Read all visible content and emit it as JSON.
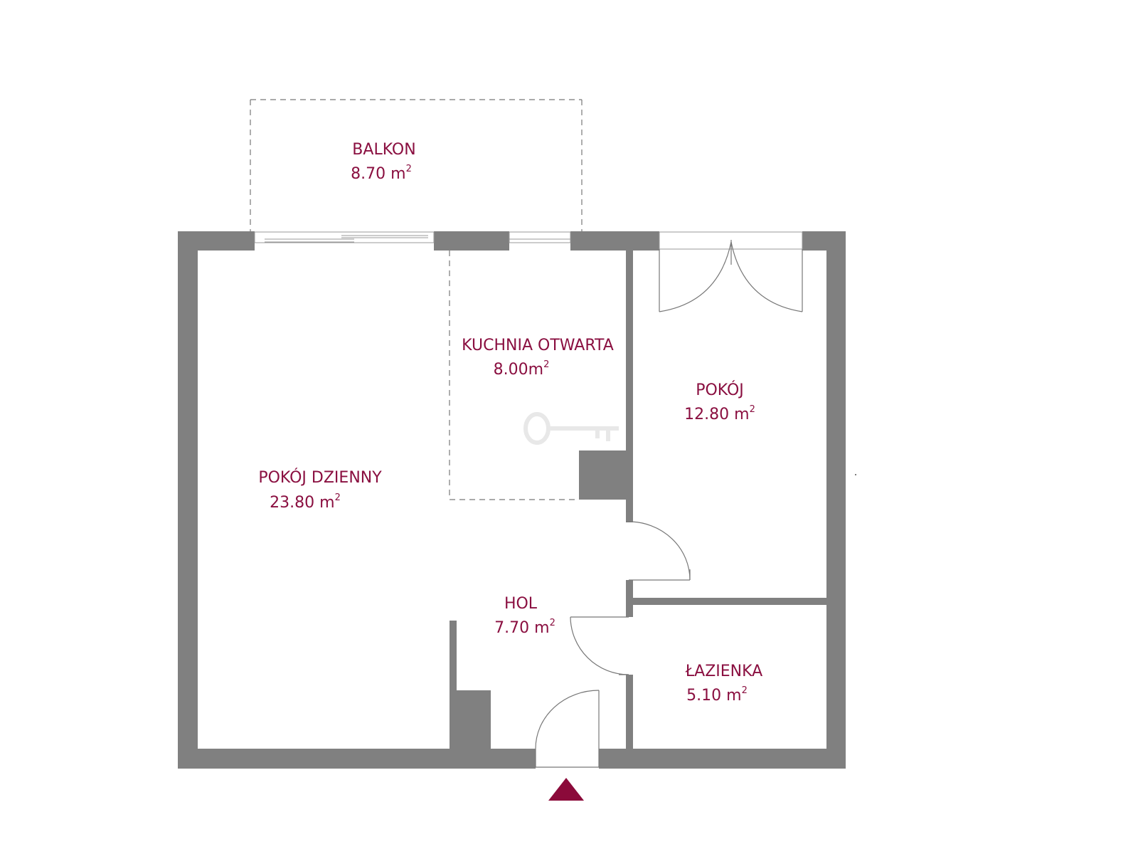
{
  "colors": {
    "wall": "#808080",
    "label": "#8a0f40",
    "entrance_marker": "#8b0a3a",
    "dashed_line": "#777777"
  },
  "rooms": {
    "balcony": {
      "name": "BALKON",
      "area": "8.70 m",
      "unit_sup": "2"
    },
    "kitchen": {
      "name": "KUCHNIA OTWARTA",
      "area": "8.00m",
      "unit_sup": "2"
    },
    "room": {
      "name": "POKÓJ",
      "area": "12.80 m",
      "unit_sup": "2"
    },
    "living": {
      "name": "POKÓJ DZIENNY",
      "area": "23.80 m",
      "unit_sup": "2"
    },
    "hall": {
      "name": "HOL",
      "area": "7.70 m",
      "unit_sup": "2"
    },
    "bathroom": {
      "name": "ŁAZIENKA",
      "area": "5.10 m",
      "unit_sup": "2"
    }
  },
  "icons": {
    "watermark": "key-icon",
    "entrance": "entrance-triangle-icon"
  }
}
